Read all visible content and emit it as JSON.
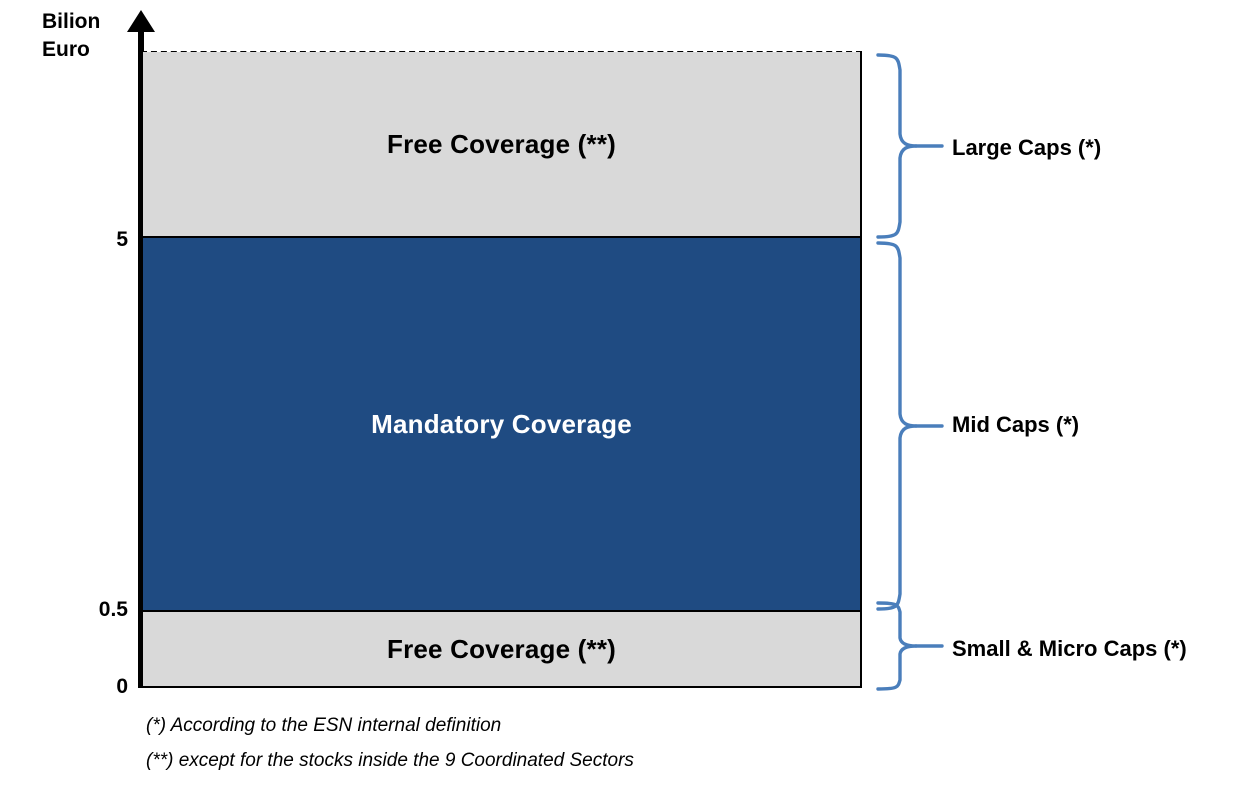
{
  "chart_data": {
    "type": "bar",
    "title": "",
    "ylabel": "Bilion Euro",
    "xlabel": "",
    "ylim": [
      0,
      6.8
    ],
    "grid": false,
    "orientation": "vertical-stacked",
    "axis_tick_labels": [
      "5",
      "0.5",
      "0"
    ],
    "axis_tick_values": [
      5,
      0.5,
      0
    ],
    "categories": [
      "Small & Micro Caps (*)",
      "Mid Caps (*)",
      "Large Caps (*)"
    ],
    "segments": [
      {
        "name": "Small & Micro Caps (*)",
        "label": "Free Coverage (**)",
        "range": [
          0,
          0.5
        ],
        "value": 0.5,
        "color": "#d9d9d9",
        "text_color": "#000000"
      },
      {
        "name": "Mid Caps (*)",
        "label": "Mandatory Coverage",
        "range": [
          0.5,
          5
        ],
        "value": 4.5,
        "color": "#1f4b82",
        "text_color": "#ffffff"
      },
      {
        "name": "Large Caps (*)",
        "label": "Free Coverage (**)",
        "range": [
          5,
          6.8
        ],
        "value": 1.8,
        "color": "#d9d9d9",
        "text_color": "#000000"
      }
    ],
    "bracket_color": "#4a7ebb",
    "top_boundary_style": "dashed"
  },
  "axis": {
    "label_line1": "Bilion",
    "label_line2": "Euro",
    "label": "Bilion\nEuro",
    "ticks": [
      {
        "id": "tick-5",
        "text": "5"
      },
      {
        "id": "tick-05",
        "text": "0.5"
      },
      {
        "id": "tick-0",
        "text": "0"
      }
    ]
  },
  "bands": {
    "large": {
      "label": "Free Coverage (**)"
    },
    "mid": {
      "label": "Mandatory Coverage"
    },
    "small": {
      "label": "Free Coverage (**)"
    }
  },
  "cap_labels": {
    "large": "Large Caps (*)",
    "mid": "Mid Caps (*)",
    "small": "Small & Micro Caps (*)"
  },
  "footnotes": [
    "(*) According to the ESN internal definition",
    "(**) except for the stocks inside the 9 Coordinated Sectors"
  ],
  "colors": {
    "mandatory": "#1f4b82",
    "free": "#d9d9d9",
    "bracket": "#4a7ebb",
    "outline": "#000000"
  }
}
